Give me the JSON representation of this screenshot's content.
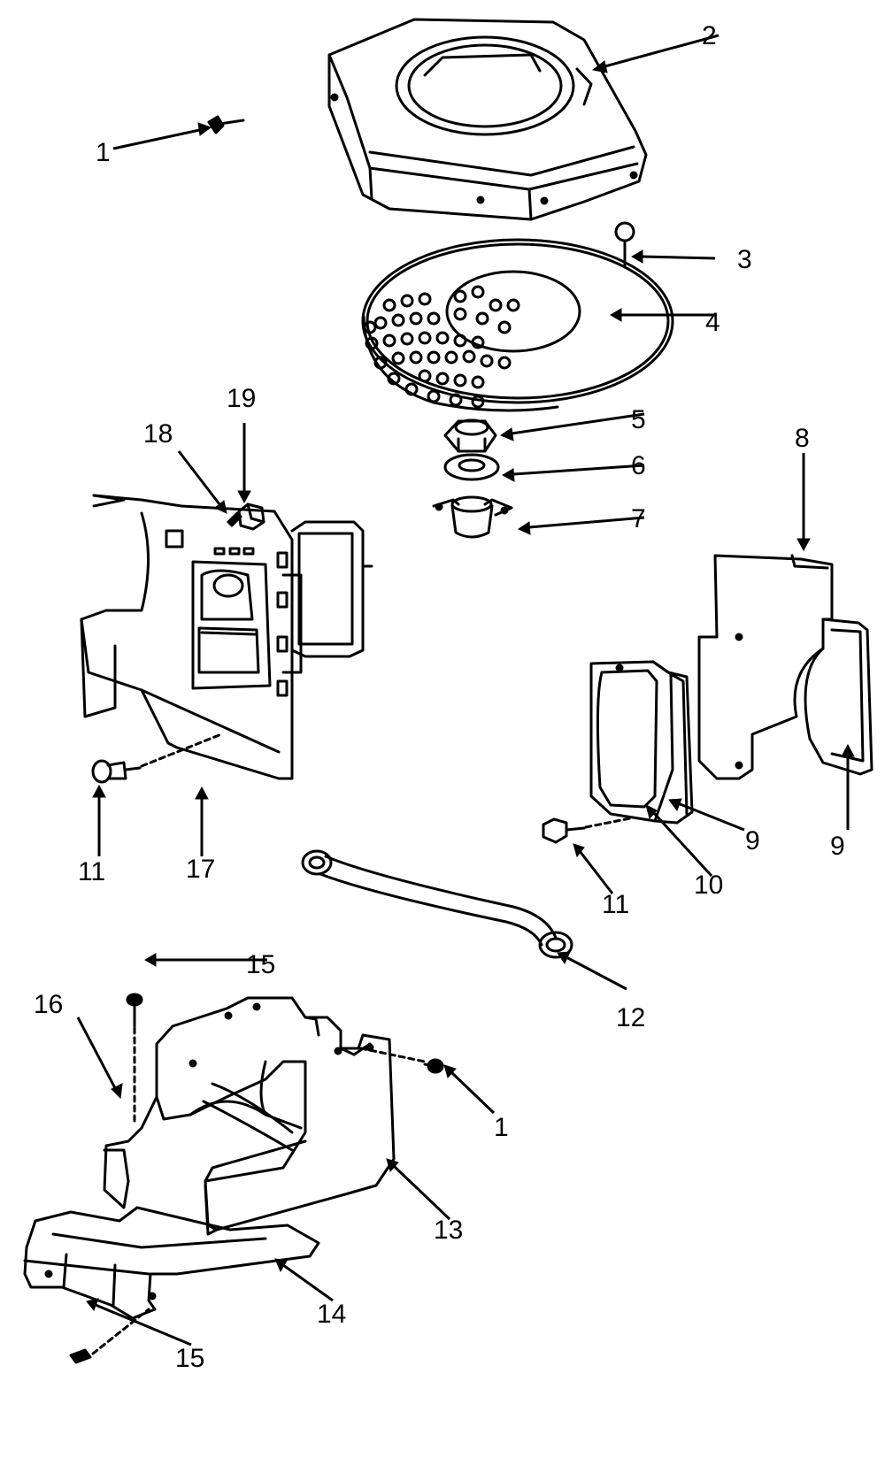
{
  "callouts": {
    "c1a": "1",
    "c2": "2",
    "c3": "3",
    "c4": "4",
    "c5": "5",
    "c6": "6",
    "c7": "7",
    "c8": "8",
    "c9a": "9",
    "c9b": "9",
    "c10": "10",
    "c11a": "11",
    "c11b": "11",
    "c12": "12",
    "c13": "13",
    "c14": "14",
    "c15a": "15",
    "c15b": "15",
    "c16": "16",
    "c17": "17",
    "c18": "18",
    "c19": "19",
    "c1b": "1"
  },
  "colors": {
    "ink": "#000000",
    "paper": "#ffffff"
  }
}
